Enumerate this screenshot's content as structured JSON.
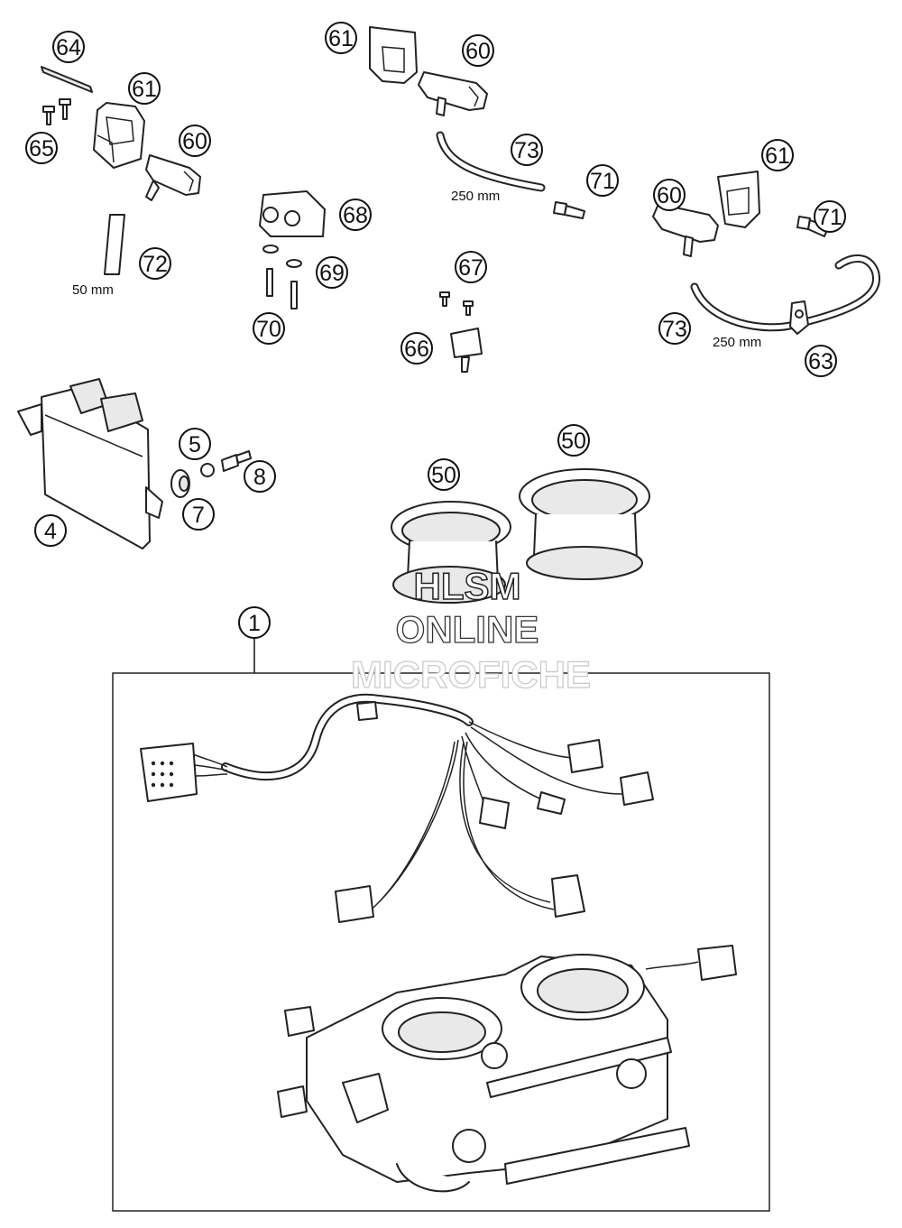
{
  "callouts": {
    "c64": "64",
    "c61a": "61",
    "c60a": "60",
    "c65": "65",
    "c72": "72",
    "c61b": "61",
    "c60b": "60",
    "c73a": "73",
    "c71a": "71",
    "c68": "68",
    "c69": "69",
    "c70": "70",
    "c67": "67",
    "c66": "66",
    "c61c": "61",
    "c60c": "60",
    "c71b": "71",
    "c73b": "73",
    "c63": "63",
    "c5": "5",
    "c8": "8",
    "c7": "7",
    "c4": "4",
    "c50a": "50",
    "c50b": "50",
    "c1": "1"
  },
  "dimensions": {
    "hose_72_length": "50 mm",
    "hose_73_upper_length": "250 mm",
    "hose_73_right_length": "250 mm"
  },
  "watermark": {
    "line1": "HLSM",
    "line2": "ONLINE",
    "line3": "MICROFICHE"
  }
}
